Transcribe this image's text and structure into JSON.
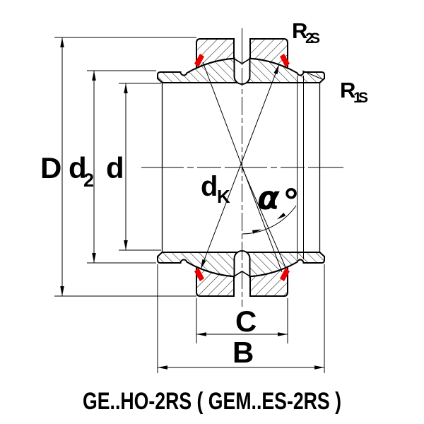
{
  "title": "GE..HO-2RS ( GEM..ES-2RS )",
  "labels": {
    "outer_diameter": "D",
    "shoulder_diameter_main": "d",
    "shoulder_diameter_sub": "2",
    "bore_diameter": "d",
    "sphere_diameter_main": "d",
    "sphere_diameter_sub": "K",
    "tilt_angle": "α",
    "degree": "°",
    "outer_ring_width": "C",
    "inner_ring_width": "B",
    "outer_ring_chamfer_main": "R",
    "outer_ring_chamfer_sub": "2S",
    "inner_ring_chamfer_main": "R",
    "inner_ring_chamfer_sub": "1S"
  },
  "colors": {
    "line": "#000000",
    "seal": "#ee0000",
    "background": "#ffffff"
  }
}
